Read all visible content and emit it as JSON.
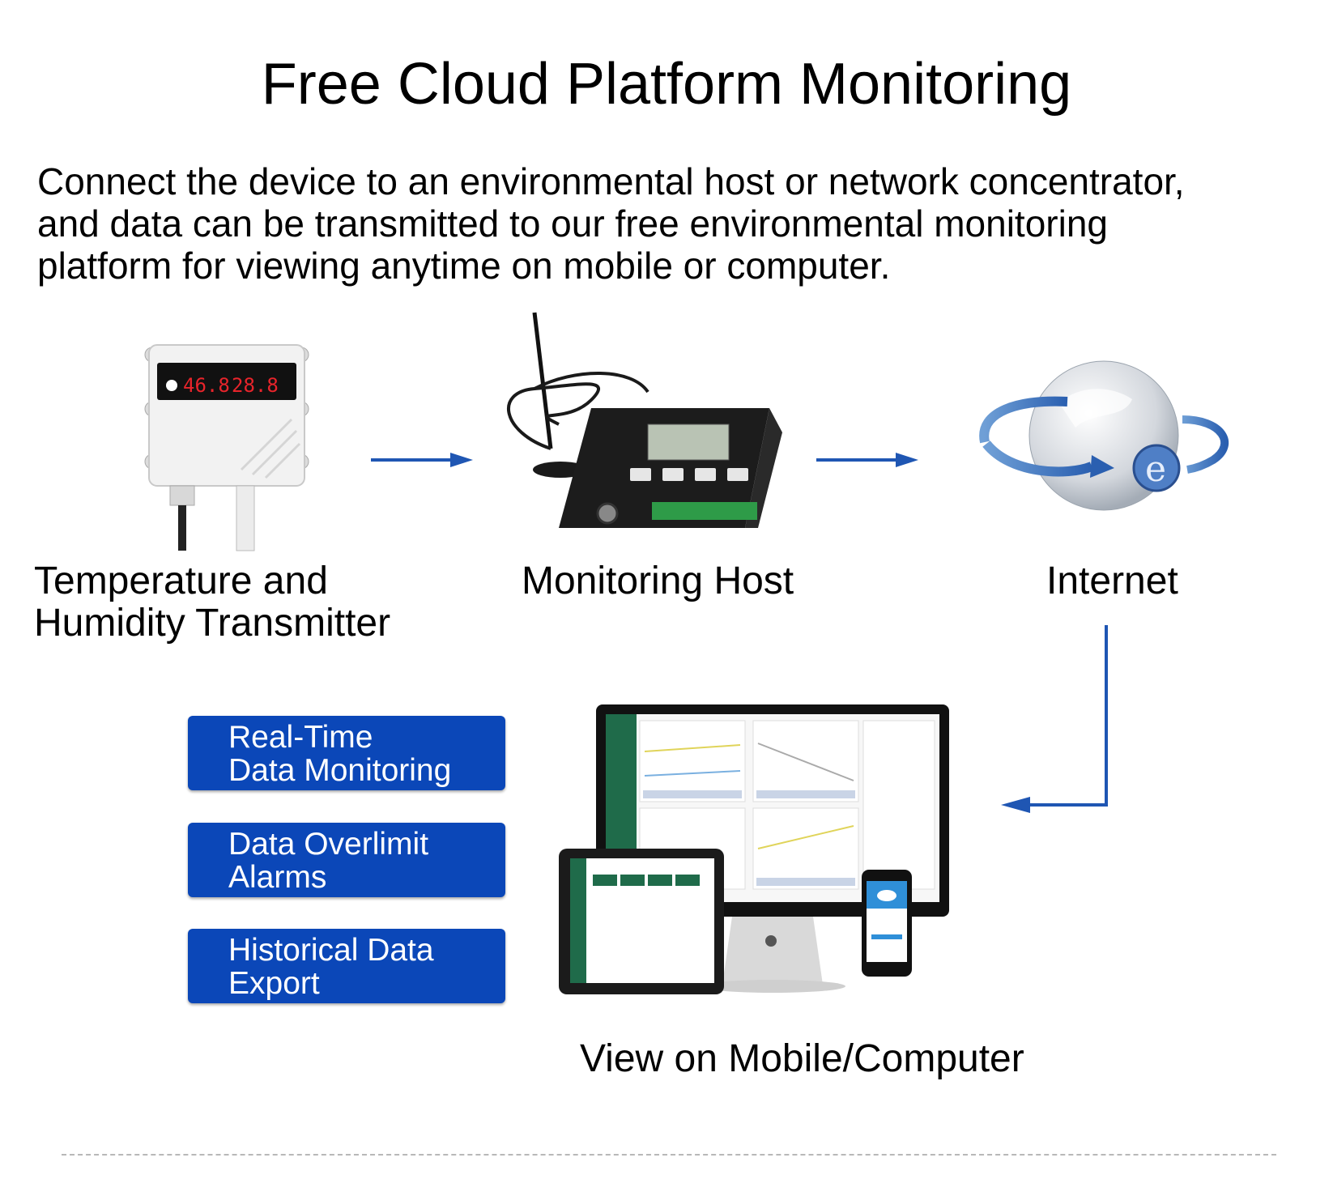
{
  "title": "Free Cloud Platform Monitoring",
  "intro": {
    "line1": "Connect the device to an environmental host or network concentrator,",
    "line2": "and data can be transmitted to our free environmental monitoring",
    "line3": "platform for viewing anytime on mobile or computer."
  },
  "flow": {
    "transmitter": {
      "line1": "Temperature and",
      "line2": "Humidity Transmitter",
      "display_humidity": "46.8",
      "display_temperature": "28.8"
    },
    "host": {
      "label": "Monitoring Host"
    },
    "internet": {
      "label": "Internet"
    },
    "view": {
      "label": "View on Mobile/Computer"
    }
  },
  "features": [
    {
      "line1": "Real-Time",
      "line2": "Data Monitoring"
    },
    {
      "line1": "Data Overlimit",
      "line2": "Alarms"
    },
    {
      "line1": "Historical Data",
      "line2": "Export"
    }
  ],
  "colors": {
    "arrow": "#1f56b3",
    "feature_bg": "#0b47b8",
    "display_red": "#e8242b"
  }
}
